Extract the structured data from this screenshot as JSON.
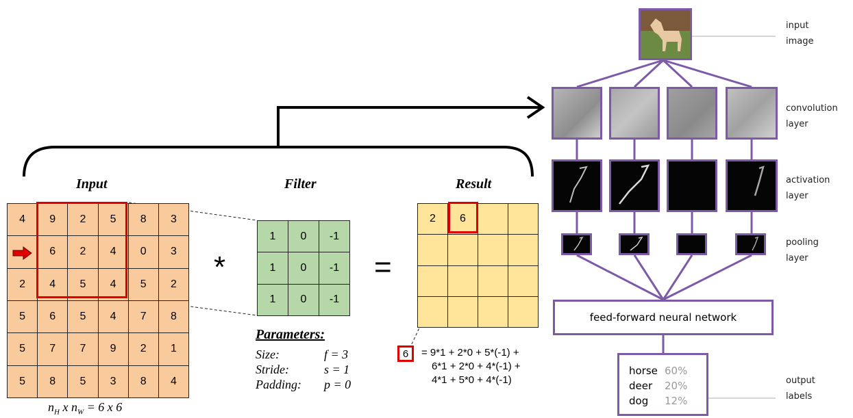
{
  "cnn_example": {
    "input_title": "Input",
    "filter_title": "Filter",
    "result_title": "Result",
    "input_matrix": [
      [
        "4",
        "9",
        "2",
        "5",
        "8",
        "3"
      ],
      [
        "",
        "6",
        "2",
        "4",
        "0",
        "3"
      ],
      [
        "2",
        "4",
        "5",
        "4",
        "5",
        "2"
      ],
      [
        "5",
        "6",
        "5",
        "4",
        "7",
        "8"
      ],
      [
        "5",
        "7",
        "7",
        "9",
        "2",
        "1"
      ],
      [
        "5",
        "8",
        "5",
        "3",
        "8",
        "4"
      ]
    ],
    "filter_matrix": [
      [
        "1",
        "0",
        "-1"
      ],
      [
        "1",
        "0",
        "-1"
      ],
      [
        "1",
        "0",
        "-1"
      ]
    ],
    "result_matrix": [
      [
        "2",
        "6",
        "",
        ""
      ],
      [
        "",
        "",
        "",
        ""
      ],
      [
        "",
        "",
        "",
        ""
      ],
      [
        "",
        "",
        "",
        ""
      ]
    ],
    "convolve_operator": "*",
    "equals_operator": "=",
    "dimension_label": {
      "n_h": "n",
      "n_h_sub": "H",
      "times": " x ",
      "n_w": "n",
      "n_w_sub": "W",
      "value": " =  6 x 6"
    },
    "parameters_title": "Parameters:",
    "parameters": [
      {
        "name": "Size:",
        "value": "f = 3"
      },
      {
        "name": "Stride:",
        "value": "s = 1"
      },
      {
        "name": "Padding:",
        "value": "p = 0"
      }
    ],
    "formula_value": "6",
    "formula_lines": [
      "= 9*1 + 2*0 + 5*(-1) +",
      "6*1 + 2*0 + 4*(-1) +",
      "4*1 + 5*0 + 4*(-1)"
    ],
    "colors": {
      "input": "#f9cb9c",
      "filter": "#b6d7a8",
      "result": "#ffe599",
      "highlight": "#e00000",
      "network": "#7c5aa8"
    }
  },
  "network": {
    "labels": {
      "input_line1": "input",
      "input_line2": "image",
      "conv_line1": "convolution",
      "conv_line2": "layer",
      "act_line1": "activation",
      "act_line2": "layer",
      "pool_line1": "pooling",
      "pool_line2": "layer",
      "out_line1": "output",
      "out_line2": "labels"
    },
    "ffnn_label": "feed-forward neural network",
    "outputs": [
      {
        "label": "horse",
        "percent": "60%"
      },
      {
        "label": "deer",
        "percent": "20%"
      },
      {
        "label": "dog",
        "percent": "12%"
      }
    ]
  }
}
